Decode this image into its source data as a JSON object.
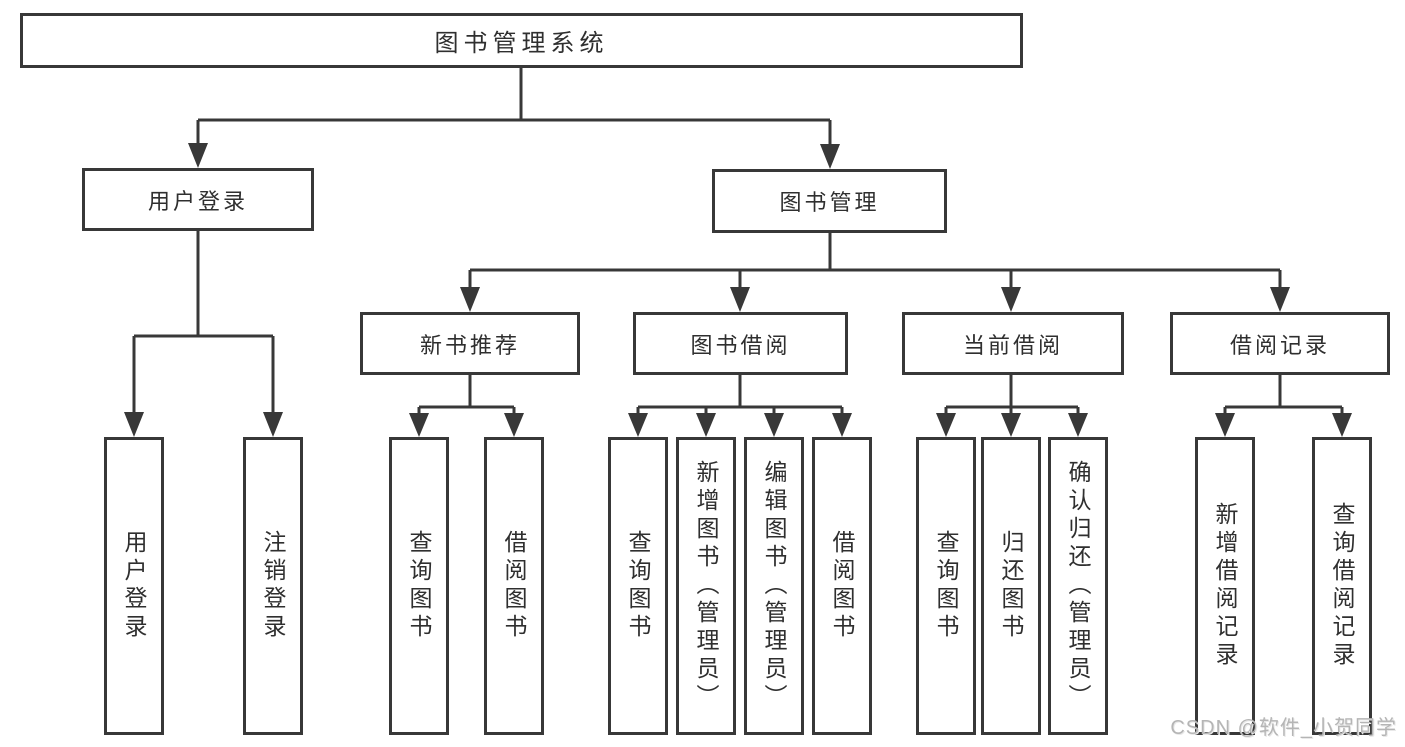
{
  "tree": {
    "root": {
      "label": "图书管理系统"
    },
    "branches": [
      {
        "label": "用户登录",
        "children": [
          {
            "label": "用户登录"
          },
          {
            "label": "注销登录"
          }
        ]
      },
      {
        "label": "图书管理",
        "children": [
          {
            "label": "新书推荐",
            "children": [
              {
                "label": "查询图书"
              },
              {
                "label": "借阅图书"
              }
            ]
          },
          {
            "label": "图书借阅",
            "children": [
              {
                "label": "查询图书"
              },
              {
                "label": "新增图书（管理员）"
              },
              {
                "label": "编辑图书（管理员）"
              },
              {
                "label": "借阅图书"
              }
            ]
          },
          {
            "label": "当前借阅",
            "children": [
              {
                "label": "查询图书"
              },
              {
                "label": "归还图书"
              },
              {
                "label": "确认归还（管理员）"
              }
            ]
          },
          {
            "label": "借阅记录",
            "children": [
              {
                "label": "新增借阅记录"
              },
              {
                "label": "查询借阅记录"
              }
            ]
          }
        ]
      }
    ]
  },
  "watermark": {
    "text": "CSDN @软件_小贺同学"
  },
  "colors": {
    "line": "#383838",
    "text": "#2f2f2f",
    "watermark": "#b5b5b5",
    "background": "#ffffff"
  }
}
